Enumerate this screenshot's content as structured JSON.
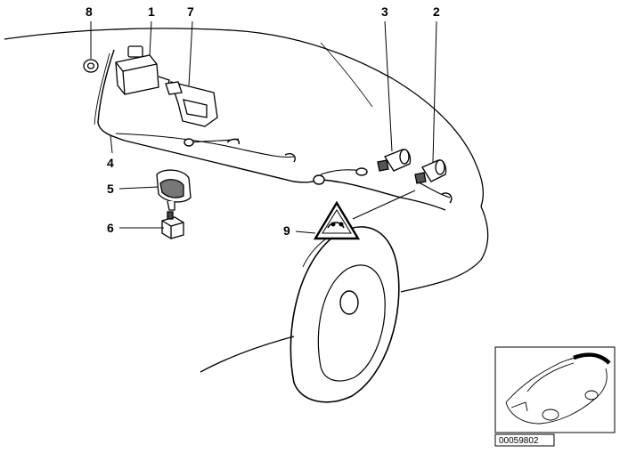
{
  "diagram": {
    "callouts": [
      {
        "id": "1",
        "label": "1"
      },
      {
        "id": "2",
        "label": "2"
      },
      {
        "id": "3",
        "label": "3"
      },
      {
        "id": "4",
        "label": "4"
      },
      {
        "id": "5",
        "label": "5"
      },
      {
        "id": "6",
        "label": "6"
      },
      {
        "id": "7",
        "label": "7"
      },
      {
        "id": "8",
        "label": "8"
      },
      {
        "id": "9",
        "label": "9"
      }
    ],
    "part_number": "00059802"
  }
}
